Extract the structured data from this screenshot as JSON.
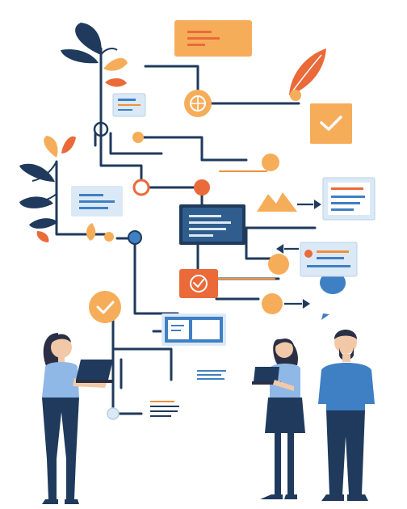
{
  "illustration": {
    "subject": "workflow-network",
    "palette": {
      "navy": "#1f3a5c",
      "orange": "#f0903a",
      "orange_light": "#f6ad5a",
      "red_orange": "#ea6a3a",
      "blue": "#3f7fc4",
      "blue_light": "#dbe9f7",
      "skin": "#f1c9a8",
      "hair": "#2a2f45",
      "white": "#ffffff"
    },
    "icons": [
      "globe-icon",
      "check-icon",
      "speech-bubble-icon",
      "mountain-icon",
      "leaf-icon"
    ],
    "people": [
      "woman-with-laptop-left",
      "woman-with-laptop-right",
      "man-standing"
    ]
  }
}
